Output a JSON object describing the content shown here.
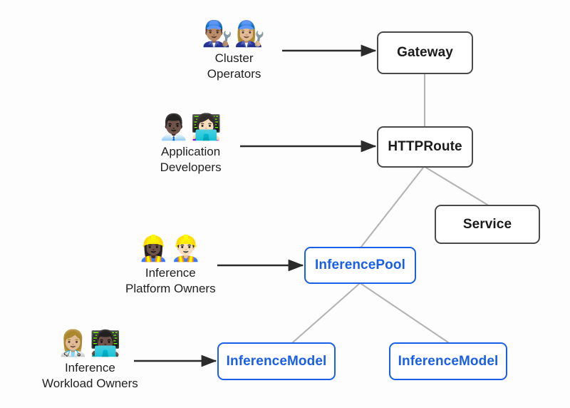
{
  "diagram": {
    "title": "Gateway API Inference Extension resource and persona diagram",
    "background": "#fdfdfd",
    "colors": {
      "k8s_node_border": "#4a4a4a",
      "k8s_node_text": "#1b1b1b",
      "extension_node_border": "#1a5fe8",
      "extension_node_text": "#1a5fe8",
      "edge_line": "#b3b3b3",
      "arrow": "#2b2b2b",
      "node_fill": "#ffffff"
    }
  },
  "nodes": [
    {
      "id": "gateway",
      "label": "Gateway",
      "kind": "k8s"
    },
    {
      "id": "httproute",
      "label": "HTTPRoute",
      "kind": "k8s"
    },
    {
      "id": "service",
      "label": "Service",
      "kind": "k8s"
    },
    {
      "id": "inferencepool",
      "label": "InferencePool",
      "kind": "extension"
    },
    {
      "id": "inferencemodel_left",
      "label": "InferenceModel",
      "kind": "extension"
    },
    {
      "id": "inferencemodel_right",
      "label": "InferenceModel",
      "kind": "extension"
    }
  ],
  "personas": [
    {
      "id": "cluster_operators",
      "line1": "Cluster",
      "line2": "Operators",
      "emojis": "👨🏽‍🔧👩🏼‍🔧",
      "emoji_names": [
        "man-mechanic-icon",
        "woman-mechanic-icon"
      ],
      "targets_node": "gateway"
    },
    {
      "id": "application_developers",
      "line1": "Application",
      "line2": "Developers",
      "emojis": "👨🏿‍💼👩🏻‍💻",
      "emoji_names": [
        "man-office-worker-icon",
        "woman-technologist-icon"
      ],
      "targets_node": "httproute"
    },
    {
      "id": "inference_platform_owners",
      "line1": "Inference",
      "line2": "Platform Owners",
      "emojis": "👷🏿‍♀️👷🏻‍♂️",
      "emoji_names": [
        "woman-construction-worker-icon",
        "man-construction-worker-icon"
      ],
      "targets_node": "inferencepool"
    },
    {
      "id": "inference_workload_owners",
      "line1": "Inference",
      "line2": "Workload Owners",
      "emojis": "👩🏼‍⚕️👨🏿‍💻",
      "emoji_names": [
        "woman-health-worker-icon",
        "man-technologist-icon"
      ],
      "targets_node": "inferencemodel_left"
    }
  ],
  "edges": [
    {
      "id": "gateway_to_httproute",
      "from": "gateway",
      "to": "httproute",
      "style": "plain-line"
    },
    {
      "id": "httproute_to_inferencepool",
      "from": "httproute",
      "to": "inferencepool",
      "style": "plain-line"
    },
    {
      "id": "httproute_to_service",
      "from": "httproute",
      "to": "service",
      "style": "plain-line"
    },
    {
      "id": "inferencepool_to_model_left",
      "from": "inferencepool",
      "to": "inferencemodel_left",
      "style": "plain-line"
    },
    {
      "id": "inferencepool_to_model_right",
      "from": "inferencepool",
      "to": "inferencemodel_right",
      "style": "plain-line"
    }
  ],
  "persona_arrows": [
    {
      "id": "arrow_cluster_operators_to_gateway",
      "from": "cluster_operators",
      "to": "gateway"
    },
    {
      "id": "arrow_application_developers_to_httproute",
      "from": "application_developers",
      "to": "httproute"
    },
    {
      "id": "arrow_inference_platform_owners_to_pool",
      "from": "inference_platform_owners",
      "to": "inferencepool"
    },
    {
      "id": "arrow_inference_workload_owners_to_model",
      "from": "inference_workload_owners",
      "to": "inferencemodel_left"
    }
  ]
}
